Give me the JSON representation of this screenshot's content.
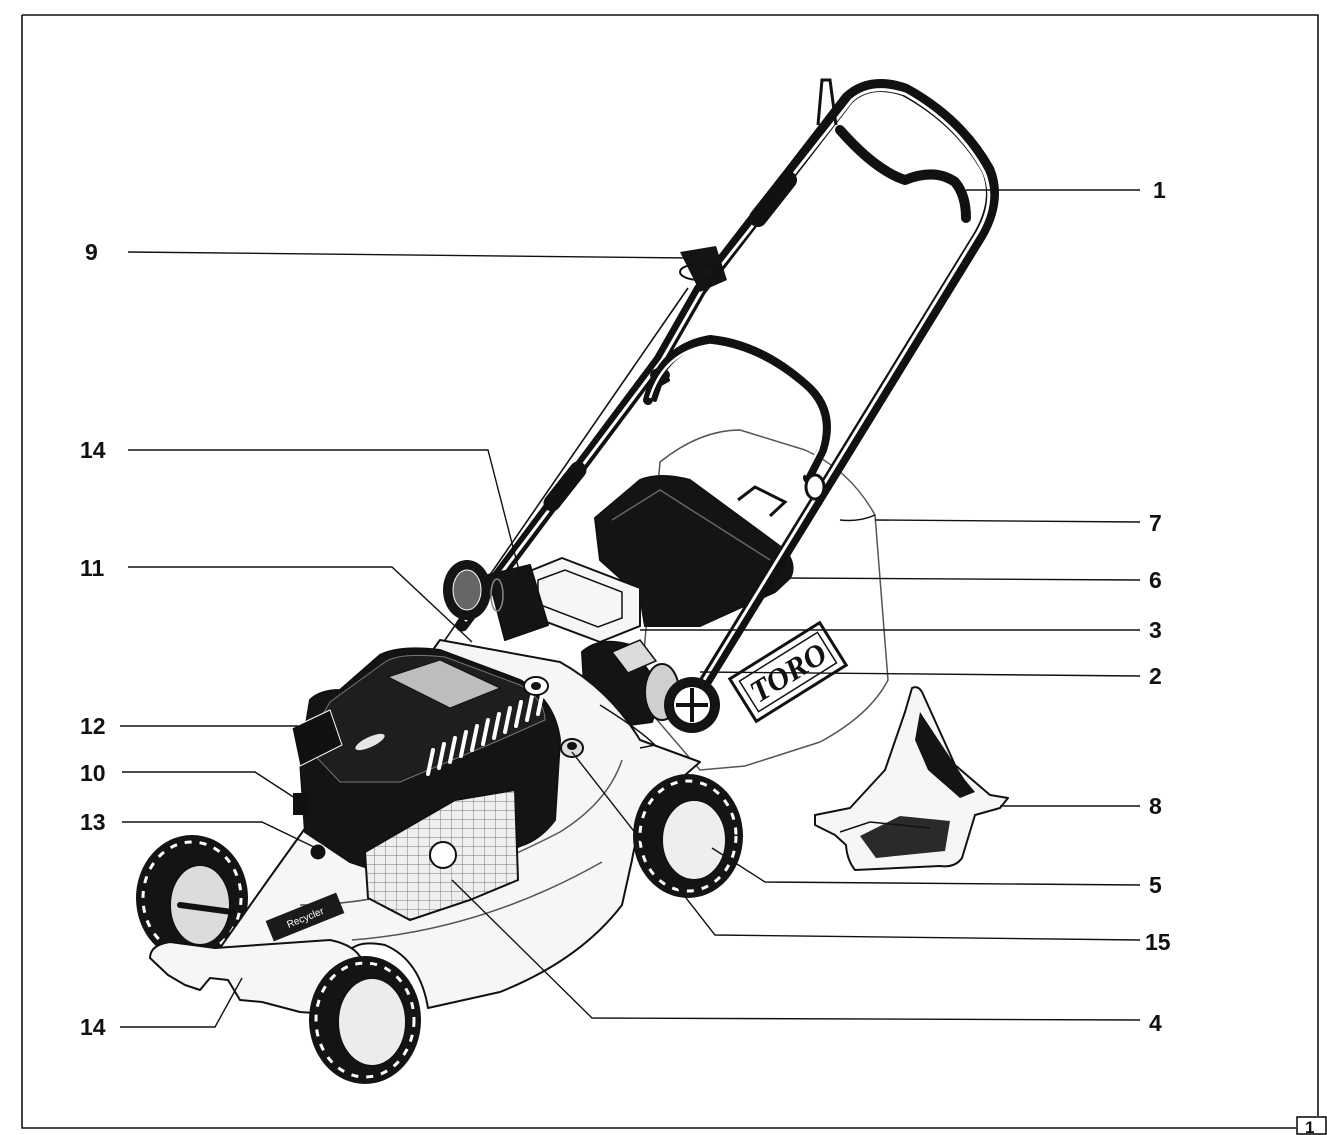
{
  "figure_label": "1",
  "callouts": [
    "1",
    "9",
    "14",
    "11",
    "12",
    "10",
    "13",
    "14",
    "7",
    "6",
    "3",
    "2",
    "8",
    "5",
    "15",
    "4"
  ],
  "badges": {
    "bag_logo": "TORO",
    "deck_badge": "Recycler"
  }
}
